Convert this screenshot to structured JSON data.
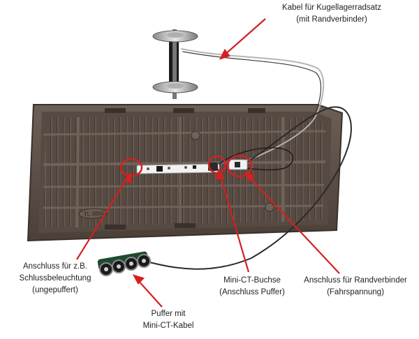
{
  "labels": {
    "axle_cable": {
      "line1": "Kabel für Kugellagerradsatz",
      "line2": "(mit Randverbinder)"
    },
    "rear_light": {
      "line1": "Anschluss für z.B.",
      "line2": "Schlussbeleuchtung",
      "line3": "(ungepuffert)"
    },
    "mini_ct_socket": {
      "line1": "Mini-CT-Buchse",
      "line2": "(Anschluss Puffer)"
    },
    "edge_connector": {
      "line1": "Anschluss für Randverbinder",
      "line2": "(Fahrspannung)"
    },
    "buffer": {
      "line1": "Puffer mit",
      "line2": "Mini-CT-Kabel"
    }
  },
  "plate_marking": "TL 3850",
  "colors": {
    "annotation": "#d42020",
    "plate": "#5b4f46",
    "pcb": "#f2f2f2",
    "cable": "#2a2a2a"
  }
}
